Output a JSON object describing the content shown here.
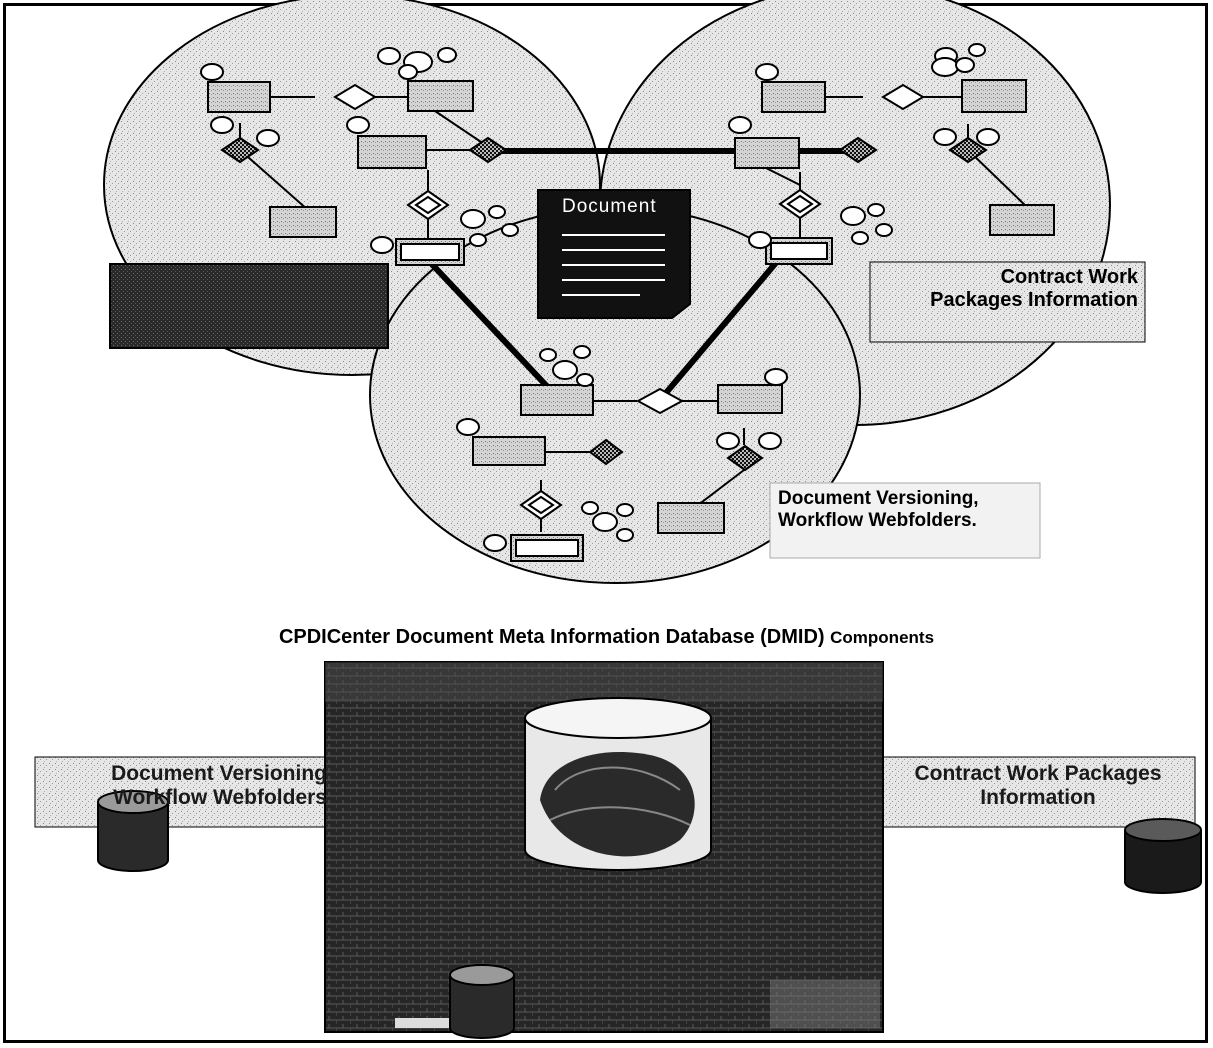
{
  "document_label": "Document",
  "labels": {
    "contract_top": [
      "Contract Work",
      "Packages Information"
    ],
    "versioning_top": [
      "Document Versioning,",
      "Workflow Webfolders."
    ],
    "components_title_bold": "CPDICenter Document Meta Information Database (DMID)",
    "components_title_suffix": "Components",
    "versioning_bottom": [
      "Document Versioning",
      "Workflow Webfolders"
    ],
    "contract_bottom": [
      "Contract Work Packages",
      "Information"
    ]
  },
  "colors": {
    "stipple_light": "#d8d8d8",
    "stipple_dark": "#3a3a3a",
    "dark_panel": "#1e1e1e",
    "line": "#000000"
  }
}
